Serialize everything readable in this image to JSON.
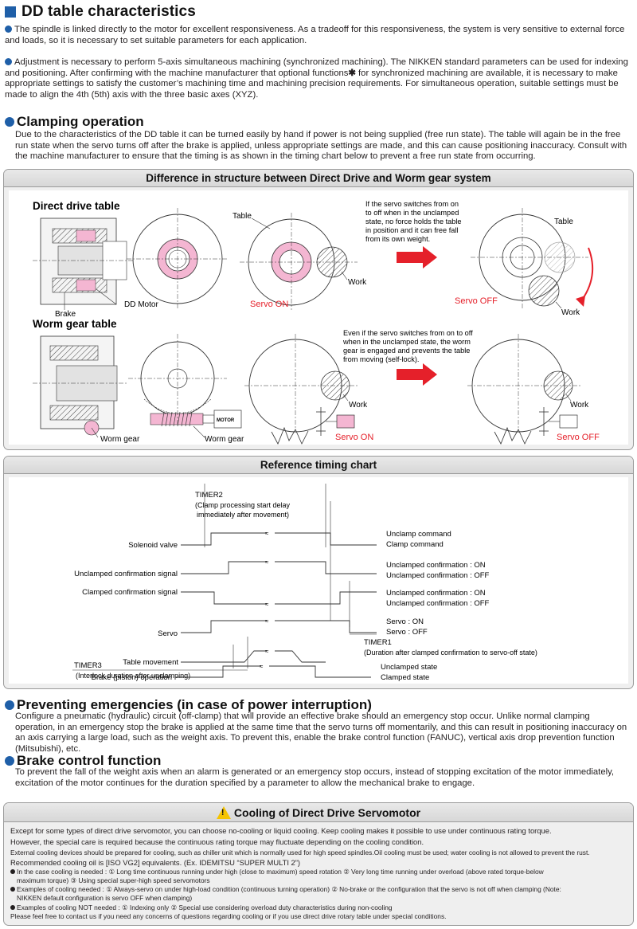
{
  "title": "DD table characteristics",
  "intro": [
    "The spindle is linked directly to the motor for excellent responsiveness. As a tradeoff for this responsiveness, the system is very sensitive to external force and loads, so it is necessary to set suitable parameters for each application.",
    "Adjustment is necessary to perform 5-axis simultaneous machining (synchronized machining). The NIKKEN standard parameters can be used for indexing and positioning. After confirming with the machine manufacturer that optional functions",
    "✱",
    " for synchronized machining are available, it is necessary to make appropriate settings to satisfy the customer’s machining time and machining precision requirements. For simultaneous operation, suitable settings must be made to align the 4th (5th) axis with the three basic axes (XYZ)."
  ],
  "clamping": {
    "heading": "Clamping operation",
    "text": "Due to the characteristics of the DD table it can be turned easily by hand if power is not being supplied (free run state). The table will again be in the free run state when the servo turns off after the brake is applied, unless appropriate settings are made, and this can cause positioning inaccuracy. Consult with the machine manufacturer to ensure that the timing is as shown in the timing chart below to prevent a free run state from occurring."
  },
  "structure": {
    "heading": "Difference in structure between Direct Drive and Worm gear system",
    "dd_title": "Direct drive table",
    "dd_brake": "Brake",
    "dd_motor": "DD Motor",
    "table_label": "Table",
    "work_label": "Work",
    "servo_on": "Servo ON",
    "servo_off": "Servo OFF",
    "dd_note": [
      "If the servo switches from on",
      "to off when in the unclamped",
      "state, no force holds the table",
      "in position and it can free fall",
      "from its own weight."
    ],
    "worm_title": "Worm gear table",
    "worm_gear": "Worm gear",
    "motor": "MOTOR",
    "worm_note": [
      "Even if the servo switches from on to off",
      "when in the unclamped state, the worm",
      "gear is engaged and prevents the table",
      "from moving (self-lock)."
    ]
  },
  "timing": {
    "heading": "Reference timing chart",
    "timer2": "TIMER2",
    "timer2_desc": [
      "(Clamp processing start delay",
      "immediately after movement)"
    ],
    "timer1": "TIMER1",
    "timer1_desc": "(Duration after clamped confirmation to servo-off state)",
    "timer3": "TIMER3",
    "timer3_desc": "(Interlock duration after unclamping)",
    "signals": [
      {
        "name": "Solenoid valve",
        "high": "Unclamp command",
        "low": "Clamp command"
      },
      {
        "name": "Unclamped confirmation signal",
        "high": "Unclamped confirmation : ON",
        "low": "Unclamped confirmation : OFF"
      },
      {
        "name": "Clamped confirmation signal",
        "high": "Unclamped confirmation : ON",
        "low": "Unclamped confirmation : OFF"
      },
      {
        "name": "Servo",
        "high": "Servo : ON",
        "low": "Servo : OFF"
      },
      {
        "name": "Table movement",
        "high": "",
        "low": ""
      },
      {
        "name": "Brake (piston) operation",
        "high": "Unclamped state",
        "low": "Clamped state"
      }
    ]
  },
  "emergency": {
    "heading": "Preventing emergencies (in case of power interruption)",
    "text": "Configure a pneumatic (hydraulic) circuit (off-clamp) that will provide an effective brake should an emergency stop occur. Unlike normal clamping operation, in an emergency stop the brake is applied at the same time that the servo turns off momentarily, and this can result in positioning inaccuracy on an axis carrying a large load, such as the weight axis. To prevent this, enable the brake control function (FANUC), vertical axis drop prevention function (Mitsubishi), etc."
  },
  "brake": {
    "heading": "Brake control function",
    "text": "To prevent the fall of the weight axis when an alarm is generated or an emergency stop occurs, instead of stopping excitation of the motor immediately, excitation of the motor continues for the duration specified by a parameter to allow the mechanical brake to engage."
  },
  "cooling": {
    "heading": "Cooling of Direct Drive Servomotor",
    "p1": "Except for some types of direct drive servomotor, you can choose no-cooling or liquid cooling. Keep cooling makes it possible to use under continuous rating torque.",
    "p2": "However, the special care is required because the continuous rating torque may fluctuate depending on the cooling condition.",
    "p3": "External cooling devices should be prepared for cooling, such as chiller unit which is normally used for high speed spindles.Oil cooling must be used; water cooling is not allowed to prevent the rust.",
    "p4": "Recommended cooling oil is [ISO VG2] equivalents. (Ex. IDEMITSU “SUPER MULTI 2”)",
    "b1": "In the case cooling is needed : ① Long time continuous running under high (close to maximum) speed rotation ② Very long time running under overload (above rated torque-below",
    "b1b": "maximum torque) ③ Using special super-high speed servomotors",
    "b2": "Examples of cooling needed : ① Always-servo on under high-load condition (continuous turning operation) ② No-brake or the configuration that the servo is not off when clamping (Note:",
    "b2b": "NIKKEN default configuration is servo OFF when clamping)",
    "b3": "Examples of cooling NOT needed : ① Indexing only ② Special use considering overload duty characteristics during non-cooling",
    "p5": "Please feel free to contact us if you need any concerns of questions regarding cooling or if you use direct drive rotary table under special conditions."
  },
  "colors": {
    "accent": "#1f5fa8",
    "pink": "#f4b6d2",
    "red": "#e5202a"
  }
}
